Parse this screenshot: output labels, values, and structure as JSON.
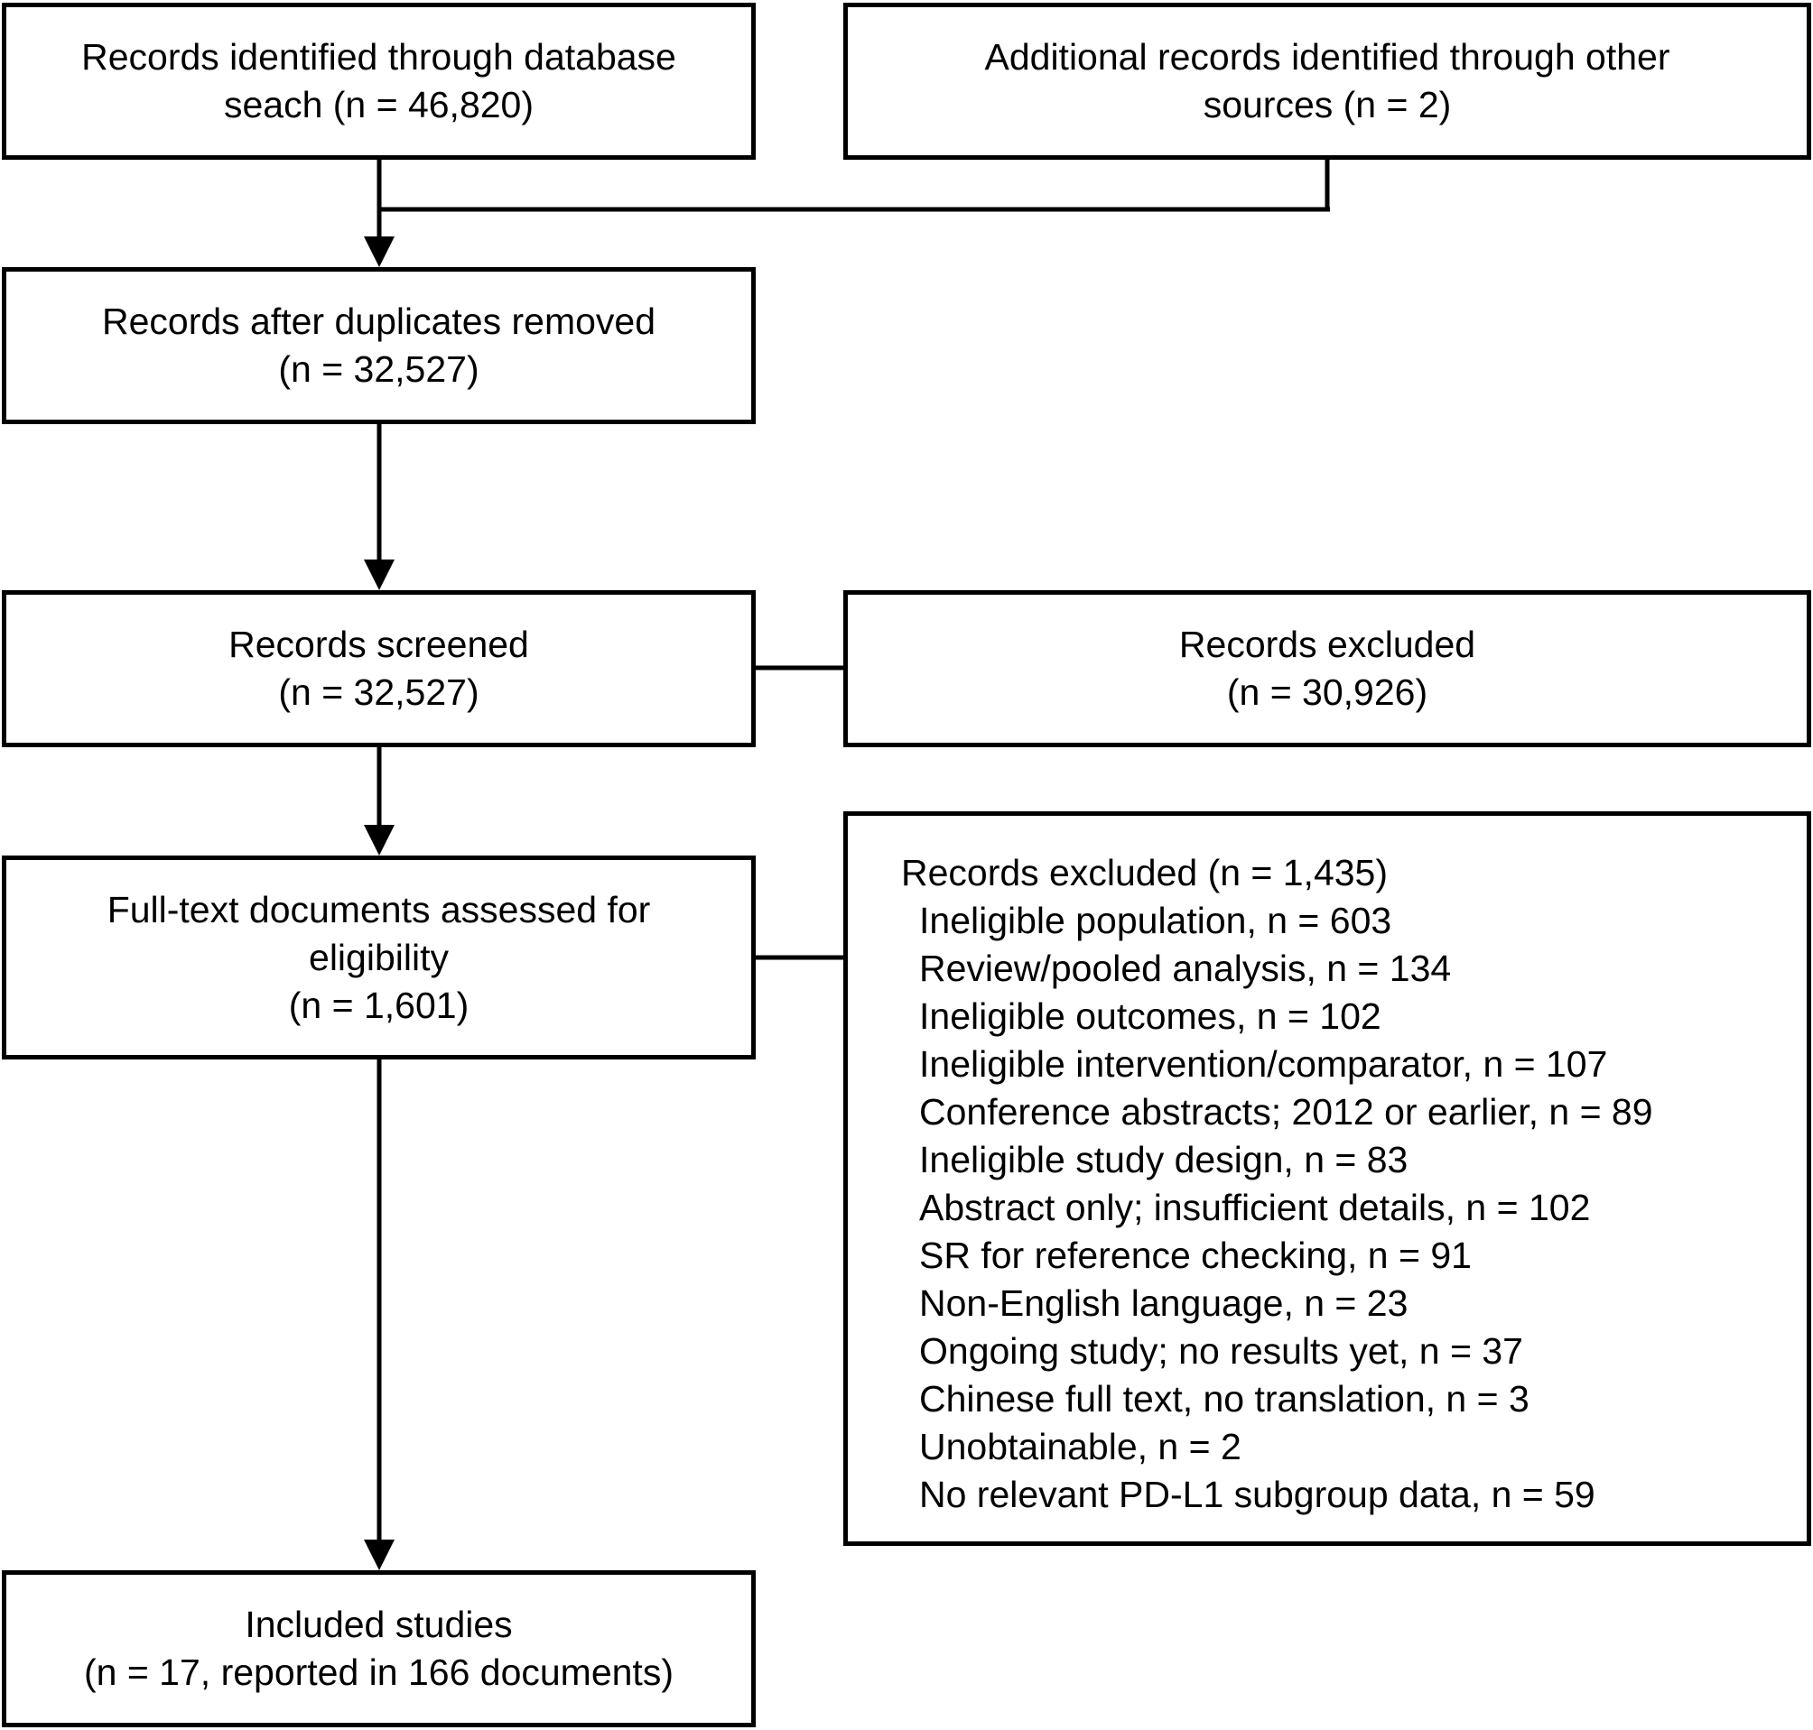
{
  "flow": {
    "identification": {
      "database": {
        "line1": "Records identified through database",
        "line2": "seach (n = 46,820)"
      },
      "other": {
        "line1": "Additional records identified through other",
        "line2": "sources (n = 2)"
      }
    },
    "duplicates_removed": {
      "line1": "Records after duplicates removed",
      "line2": "(n = 32,527)"
    },
    "screened": {
      "line1": "Records screened",
      "line2": "(n = 32,527)"
    },
    "excluded_screening": {
      "line1": "Records excluded",
      "line2": "(n = 30,926)"
    },
    "full_text": {
      "line1": "Full-text documents assessed for",
      "line2": "eligibility",
      "line3": "(n = 1,601)"
    },
    "excluded_full_text": {
      "heading": "Records excluded (n = 1,435)",
      "reasons": [
        "Ineligible population, n = 603",
        "Review/pooled analysis, n = 134",
        "Ineligible outcomes, n = 102",
        "Ineligible intervention/comparator, n = 107",
        "Conference abstracts; 2012 or earlier, n = 89",
        "Ineligible study design, n = 83",
        "Abstract only; insufficient details, n = 102",
        "SR for reference checking, n = 91",
        "Non-English language, n = 23",
        "Ongoing study; no results yet, n = 37",
        "Chinese full text, no translation, n = 3",
        "Unobtainable, n = 2",
        "No relevant PD-L1 subgroup data, n = 59"
      ]
    },
    "included": {
      "line1": "Included studies",
      "line2": "(n = 17, reported in 166 documents)"
    }
  }
}
